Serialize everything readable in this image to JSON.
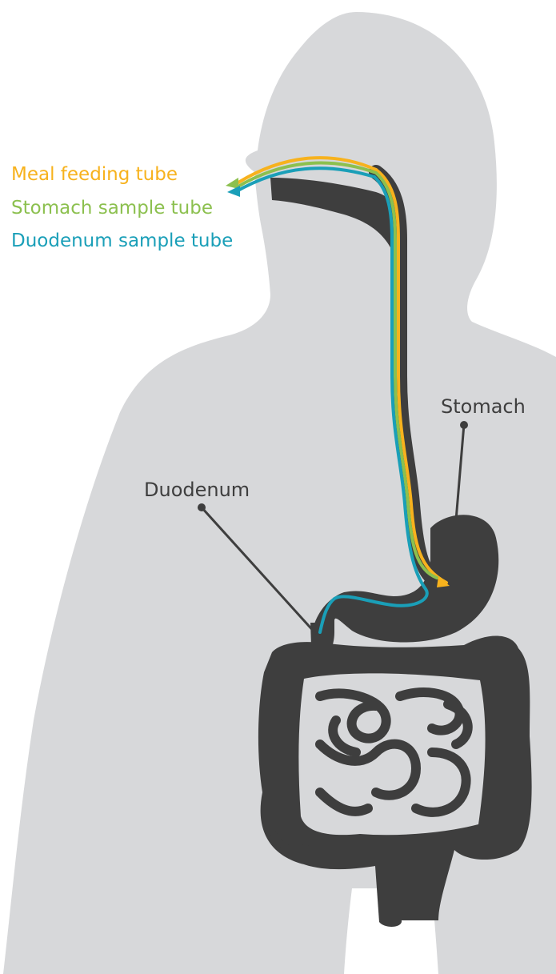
{
  "legend": [
    {
      "label": "Meal feeding tube",
      "color": "#f7b21d"
    },
    {
      "label": "Stomach sample tube",
      "color": "#8cc04f"
    },
    {
      "label": "Duodenum sample tube",
      "color": "#1a9fb8"
    }
  ],
  "labels": {
    "stomach": "Stomach",
    "duodenum": "Duodenum"
  },
  "colors": {
    "background": "#ffffff",
    "body": "#d7d8da",
    "organ": "#3e3e3e",
    "leader_line": "#3e3e3e"
  }
}
